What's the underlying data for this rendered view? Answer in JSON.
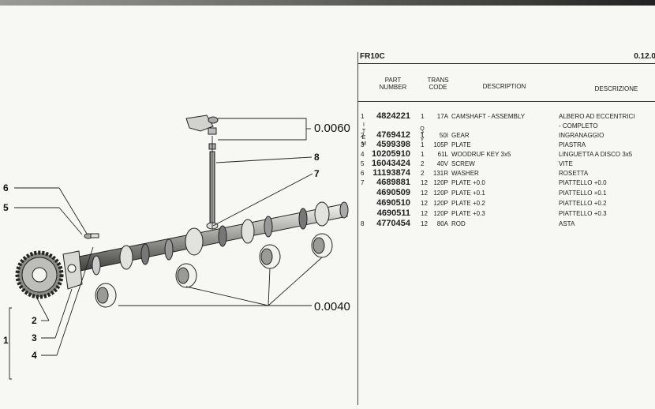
{
  "header": {
    "code": "FR10C",
    "page": "0.12.0",
    "columns": {
      "item": "ITEM",
      "part_number_line1": "PART",
      "part_number_line2": "NUMBER",
      "qty": "QTY",
      "trans_line1": "TRANS",
      "trans_line2": "CODE",
      "description": "DESCRIPTION",
      "descrizione": "DESCRIZIONE"
    }
  },
  "parts": [
    {
      "item": "1",
      "part_number": "4824221",
      "qty": "1",
      "trans": "17A",
      "description": "CAMSHAFT - ASSEMBLY",
      "descrizione": "ALBERO AD ECCENTRICI",
      "descrizione_cont": "- COMPLETO"
    },
    {
      "item": "2",
      "part_number": "4769412",
      "qty": "1",
      "trans": "50I",
      "description": "GEAR",
      "descrizione": "INGRANAGGIO"
    },
    {
      "item": "3",
      "part_number": "4599398",
      "qty": "1",
      "trans": "105P",
      "description": "PLATE",
      "descrizione": "PIASTRA"
    },
    {
      "item": "4",
      "part_number": "10205910",
      "qty": "1",
      "trans": "61L",
      "description": "WOODRUF KEY 3x5",
      "descrizione": "LINGUETTA A DISCO 3x5"
    },
    {
      "item": "5",
      "part_number": "16043424",
      "qty": "2",
      "trans": "40V",
      "description": "SCREW",
      "descrizione": "VITE"
    },
    {
      "item": "6",
      "part_number": "11193874",
      "qty": "2",
      "trans": "131R",
      "description": "WASHER",
      "descrizione": "ROSETTA"
    },
    {
      "item": "7",
      "part_number": "4689881",
      "qty": "12",
      "trans": "120P",
      "description": "PLATE +0.0",
      "descrizione": "PIATTELLO +0.0"
    },
    {
      "item": "",
      "part_number": "4690509",
      "qty": "12",
      "trans": "120P",
      "description": "PLATE +0.1",
      "descrizione": "PIATTELLO +0.1"
    },
    {
      "item": "",
      "part_number": "4690510",
      "qty": "12",
      "trans": "120P",
      "description": "PLATE +0.2",
      "descrizione": "PIATTELLO +0.2"
    },
    {
      "item": "",
      "part_number": "4690511",
      "qty": "12",
      "trans": "120P",
      "description": "PLATE +0.3",
      "descrizione": "PIATTELLO +0.3"
    },
    {
      "item": "8",
      "part_number": "4770454",
      "qty": "12",
      "trans": "80A",
      "description": "ROD",
      "descrizione": "ASTA"
    }
  ],
  "diagram": {
    "callouts": {
      "c1": "1",
      "c2": "2",
      "c3": "3",
      "c4": "4",
      "c5": "5",
      "c6": "6",
      "c7": "7",
      "c8": "8",
      "ref_top": "0.0060",
      "ref_bottom": "0.0040"
    }
  },
  "colors": {
    "paper": "#f7f7f4",
    "ink": "#1a1a1a"
  }
}
